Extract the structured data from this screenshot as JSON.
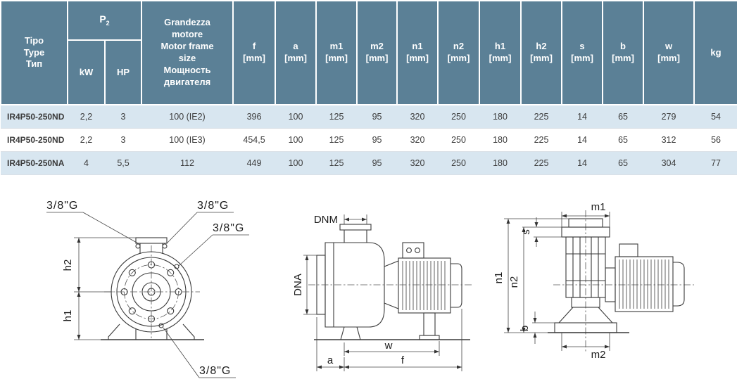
{
  "colors": {
    "header_bg": "#5b8096",
    "row_alt_bg": "#d8e6f0",
    "header_text": "#ffffff",
    "body_text": "#3b3b3b"
  },
  "table": {
    "type_header": {
      "it": "Tipo",
      "en": "Type",
      "ru": "Тип"
    },
    "p2": {
      "base": "P",
      "sub": "2"
    },
    "power_cols": [
      "kW",
      "HP"
    ],
    "frame_header": {
      "it": "Grandezza motore",
      "en": "Motor frame size",
      "ru": "Мощность двигателя"
    },
    "dim_cols": [
      {
        "name": "f",
        "unit": "[mm]"
      },
      {
        "name": "a",
        "unit": "[mm]"
      },
      {
        "name": "m1",
        "unit": "[mm]"
      },
      {
        "name": "m2",
        "unit": "[mm]"
      },
      {
        "name": "n1",
        "unit": "[mm]"
      },
      {
        "name": "n2",
        "unit": "[mm]"
      },
      {
        "name": "h1",
        "unit": "[mm]"
      },
      {
        "name": "h2",
        "unit": "[mm]"
      },
      {
        "name": "s",
        "unit": "[mm]"
      },
      {
        "name": "b",
        "unit": "[mm]"
      },
      {
        "name": "w",
        "unit": "[mm]"
      }
    ],
    "kg_col": "kg",
    "rows": [
      {
        "type": "IR4P50-250ND",
        "kw": "2,2",
        "hp": "3",
        "frame": "100 (IE2)",
        "f": "396",
        "a": "100",
        "m1": "125",
        "m2": "95",
        "n1": "320",
        "n2": "250",
        "h1": "180",
        "h2": "225",
        "s": "14",
        "b": "65",
        "w": "279",
        "kg": "54"
      },
      {
        "type": "IR4P50-250ND",
        "kw": "2,2",
        "hp": "3",
        "frame": "100 (IE3)",
        "f": "454,5",
        "a": "100",
        "m1": "125",
        "m2": "95",
        "n1": "320",
        "n2": "250",
        "h1": "180",
        "h2": "225",
        "s": "14",
        "b": "65",
        "w": "312",
        "kg": "56"
      },
      {
        "type": "IR4P50-250NA",
        "kw": "4",
        "hp": "5,5",
        "frame": "112",
        "f": "449",
        "a": "100",
        "m1": "125",
        "m2": "95",
        "n1": "320",
        "n2": "250",
        "h1": "180",
        "h2": "225",
        "s": "14",
        "b": "65",
        "w": "304",
        "kg": "77"
      }
    ]
  },
  "drawings": {
    "front": {
      "port_label_1": "3/8\"G",
      "port_label_2": "3/8\"G",
      "port_label_3": "3/8\"G",
      "port_label_4": "3/8\"G",
      "dim_h2": "h2",
      "dim_h1": "h1"
    },
    "side": {
      "dnm": "DNM",
      "dna": "DNA",
      "dim_w": "w",
      "dim_a": "a",
      "dim_f": "f"
    },
    "rear": {
      "dim_m1": "m1",
      "dim_s": "s",
      "dim_n1": "n1",
      "dim_n2": "n2",
      "dim_b": "b",
      "dim_m2": "m2"
    }
  }
}
